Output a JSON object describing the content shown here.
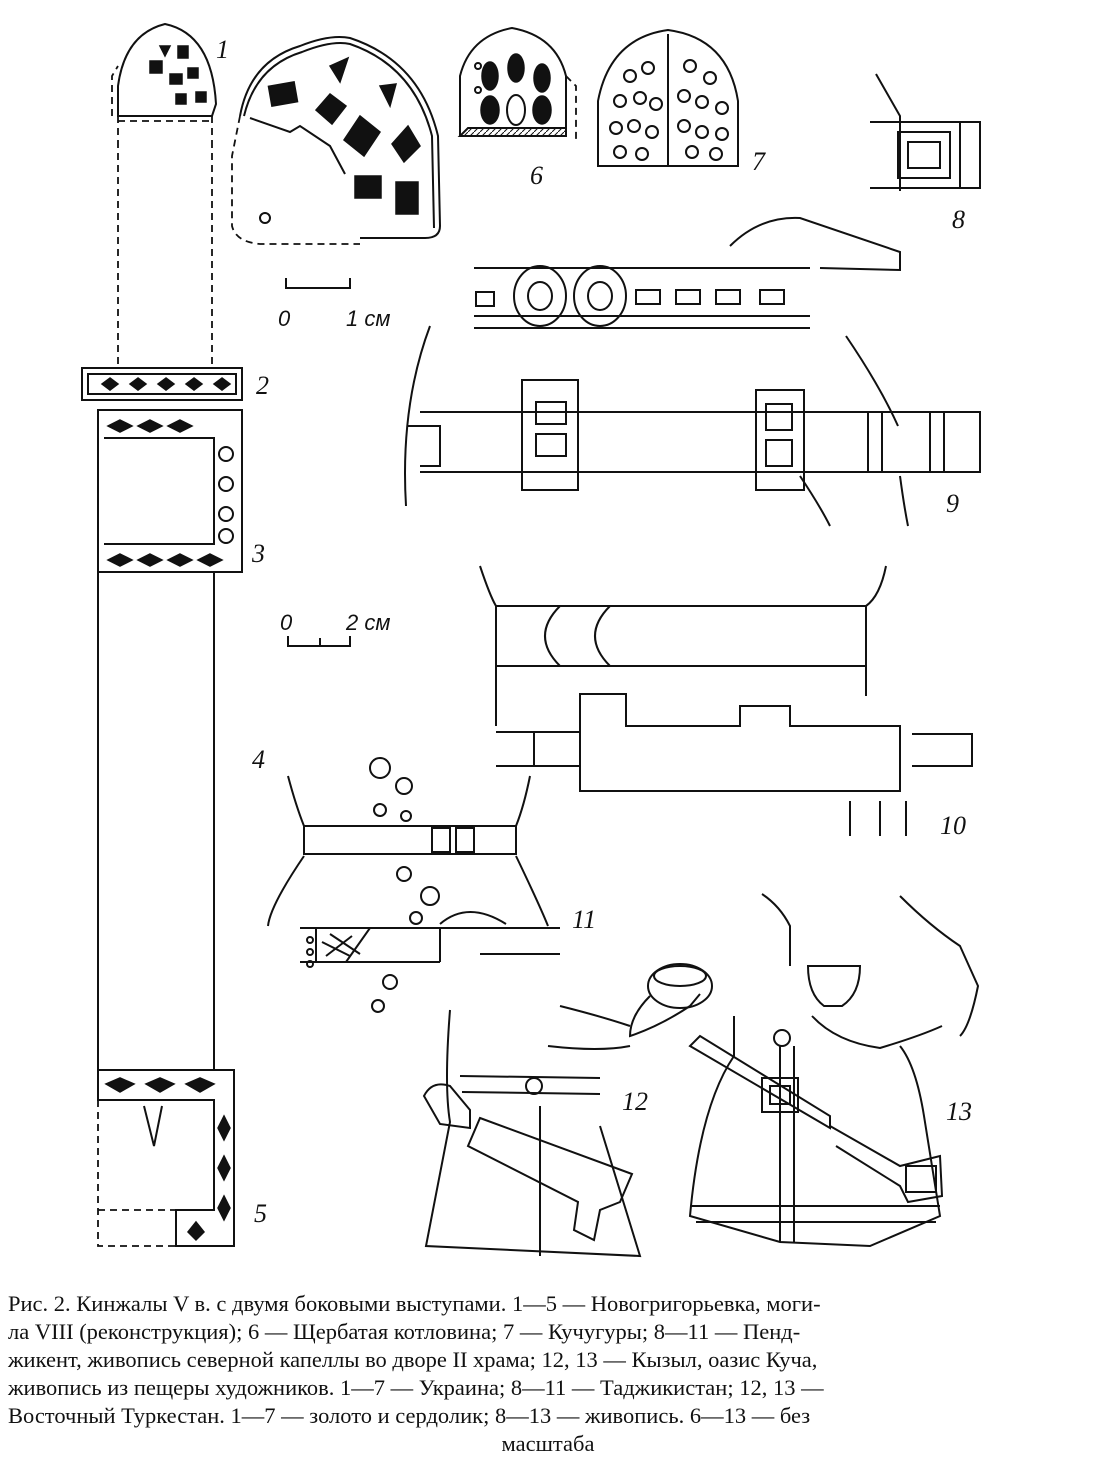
{
  "figure": {
    "labels": [
      "1",
      "2",
      "3",
      "4",
      "5",
      "6",
      "7",
      "8",
      "9",
      "10",
      "11",
      "12",
      "13"
    ],
    "scale_small": {
      "zero": "0",
      "value": "1 см"
    },
    "scale_large": {
      "zero": "0",
      "value": "2 см"
    }
  },
  "caption": {
    "lines": [
      "Рис. 2. Кинжалы V в. с двумя боковыми выступами. 1—5 — Новогригорьевка, моги-",
      "ла VIII (реконструкция); 6 — Щербатая котловина; 7 — Кучугуры; 8—11 — Пенд-",
      "жикент, живопись северной капеллы во дворе II храма; 12, 13 — Кызыл, оазис Куча,",
      "живопись из пещеры художников. 1—7 — Украина; 8—11 — Таджикистан; 12, 13 —",
      "Восточный Туркестан. 1—7 — золото и сердолик; 8—13 — живопись. 6—13 — без",
      "масштаба"
    ]
  }
}
